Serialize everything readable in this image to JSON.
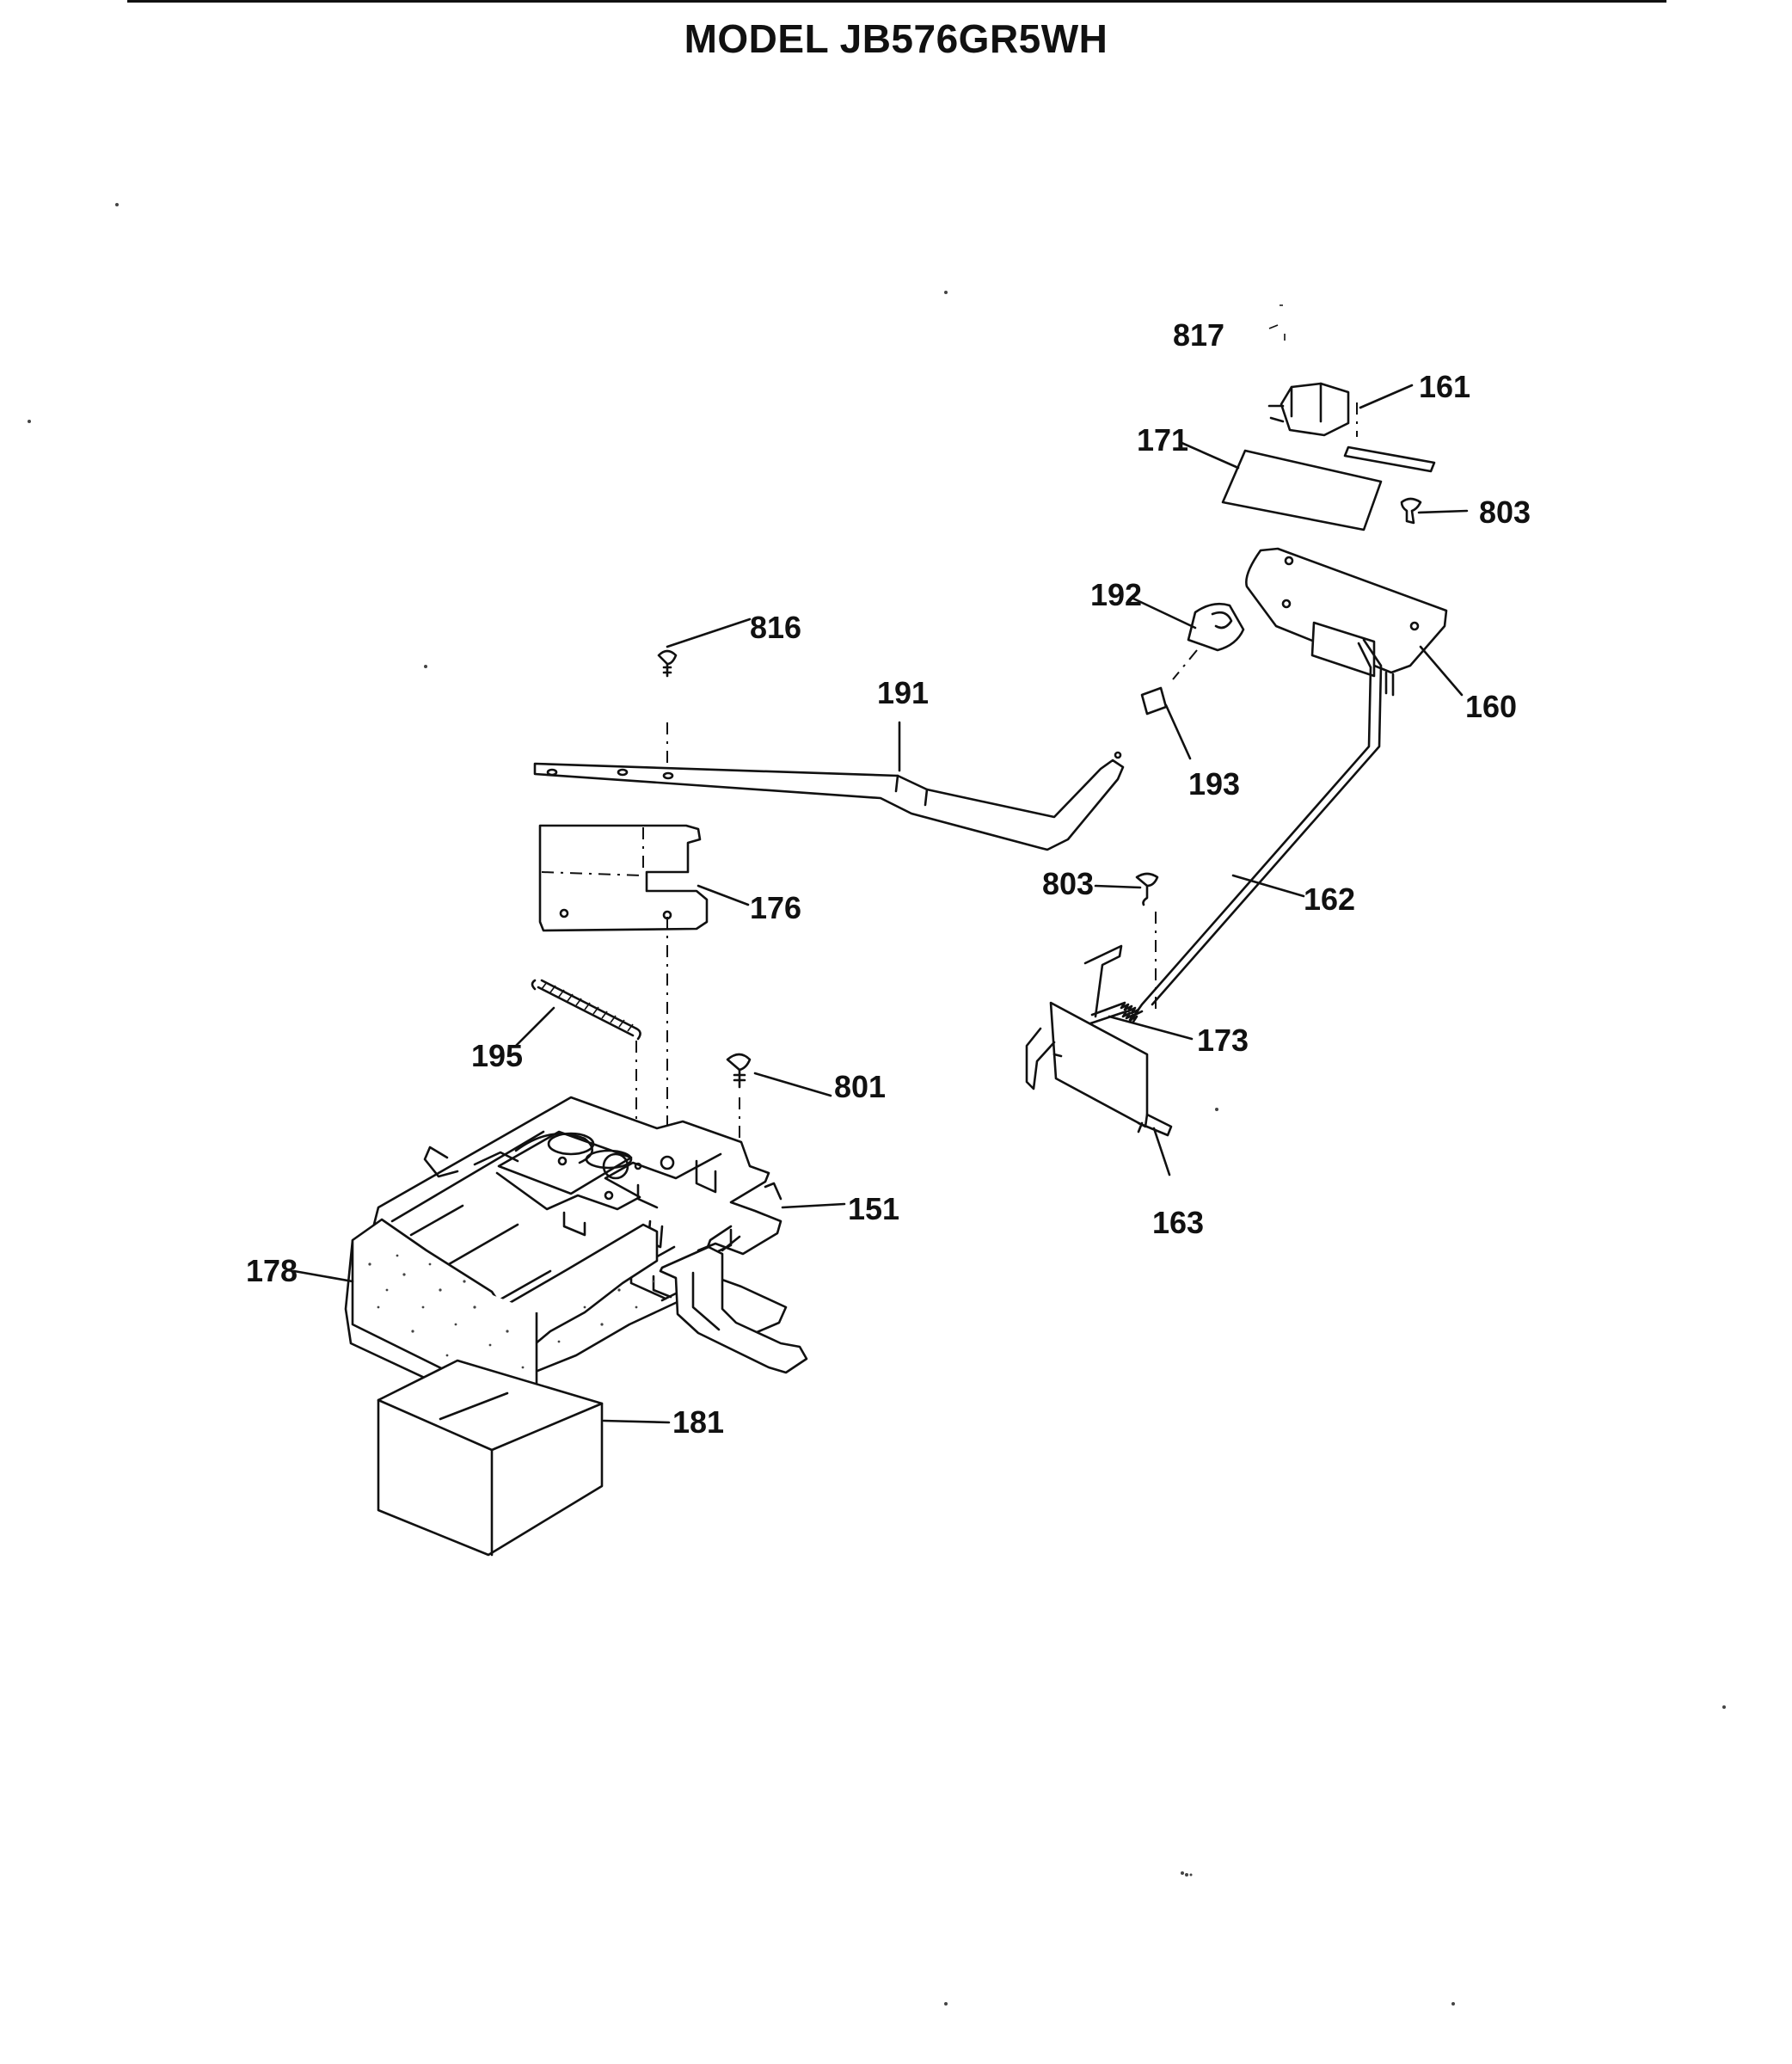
{
  "header": {
    "title": "MODEL JB576GR5WH"
  },
  "parts": [
    {
      "id": "817",
      "label": "817"
    },
    {
      "id": "161",
      "label": "161"
    },
    {
      "id": "171",
      "label": "171"
    },
    {
      "id": "803a",
      "label": "803"
    },
    {
      "id": "192",
      "label": "192"
    },
    {
      "id": "160",
      "label": "160"
    },
    {
      "id": "816",
      "label": "816"
    },
    {
      "id": "191",
      "label": "191"
    },
    {
      "id": "193",
      "label": "193"
    },
    {
      "id": "803b",
      "label": "803"
    },
    {
      "id": "162",
      "label": "162"
    },
    {
      "id": "176",
      "label": "176"
    },
    {
      "id": "173",
      "label": "173"
    },
    {
      "id": "195",
      "label": "195"
    },
    {
      "id": "801",
      "label": "801"
    },
    {
      "id": "151",
      "label": "151"
    },
    {
      "id": "163",
      "label": "163"
    },
    {
      "id": "178",
      "label": "178"
    },
    {
      "id": "181",
      "label": "181"
    }
  ]
}
